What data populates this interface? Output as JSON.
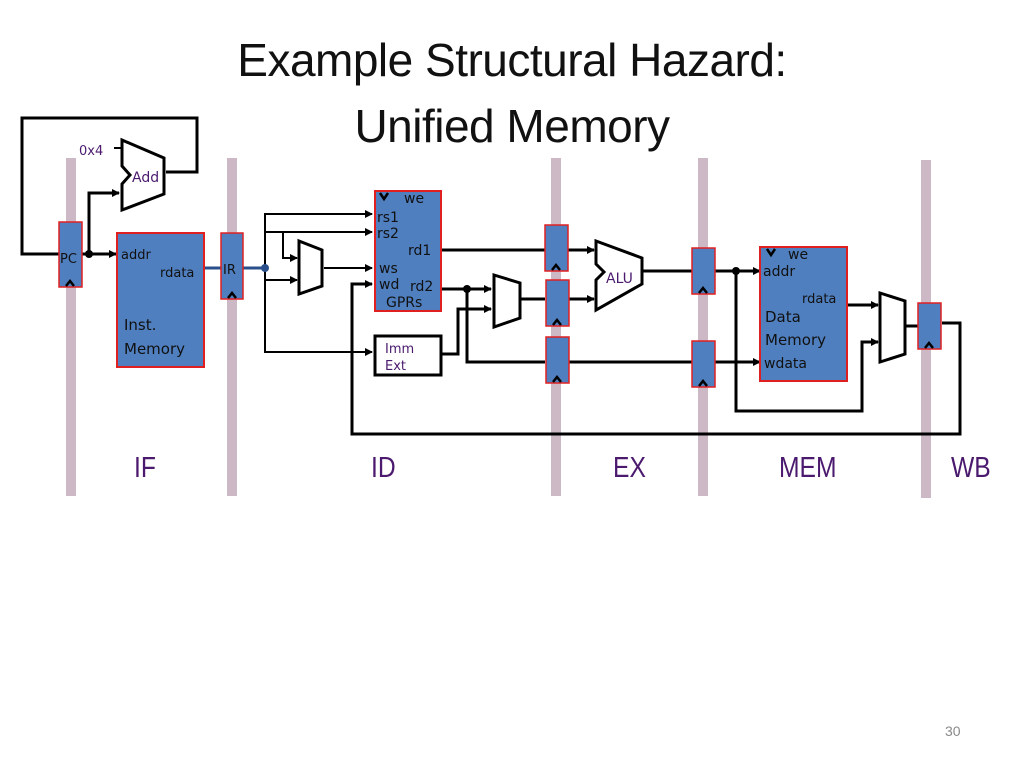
{
  "slide": {
    "title_line1": "Example Structural Hazard:",
    "title_line2": "Unified Memory",
    "page_number": "30"
  },
  "colors": {
    "register_fill": "#4f7fbf",
    "register_border": "#e02020",
    "pipeline_bar": "#cdb9c6",
    "stage_label": "#4b1a6f",
    "purple_label": "#4b1a6f",
    "wire": "#000000"
  },
  "stages": [
    "IF",
    "ID",
    "EX",
    "MEM",
    "WB"
  ],
  "components": {
    "pc": "PC",
    "ir": "IR",
    "adder": "Add",
    "const_4": "0x4",
    "inst_mem": {
      "addr": "addr",
      "rdata": "rdata",
      "name_line1": "Inst.",
      "name_line2": "Memory"
    },
    "gprs": {
      "we": "we",
      "rs1": "rs1",
      "rs2": "rs2",
      "rd1": "rd1",
      "ws": "ws",
      "wd": "wd",
      "rd2": "rd2",
      "name": "GPRs"
    },
    "imm_ext": {
      "line1": "Imm",
      "line2": "Ext"
    },
    "alu": "ALU",
    "data_mem": {
      "we": "we",
      "addr": "addr",
      "rdata": "rdata",
      "name_line1": "Data",
      "name_line2": "Memory",
      "wdata": "wdata"
    },
    "clock_mark": "^",
    "we_mark": "v"
  }
}
